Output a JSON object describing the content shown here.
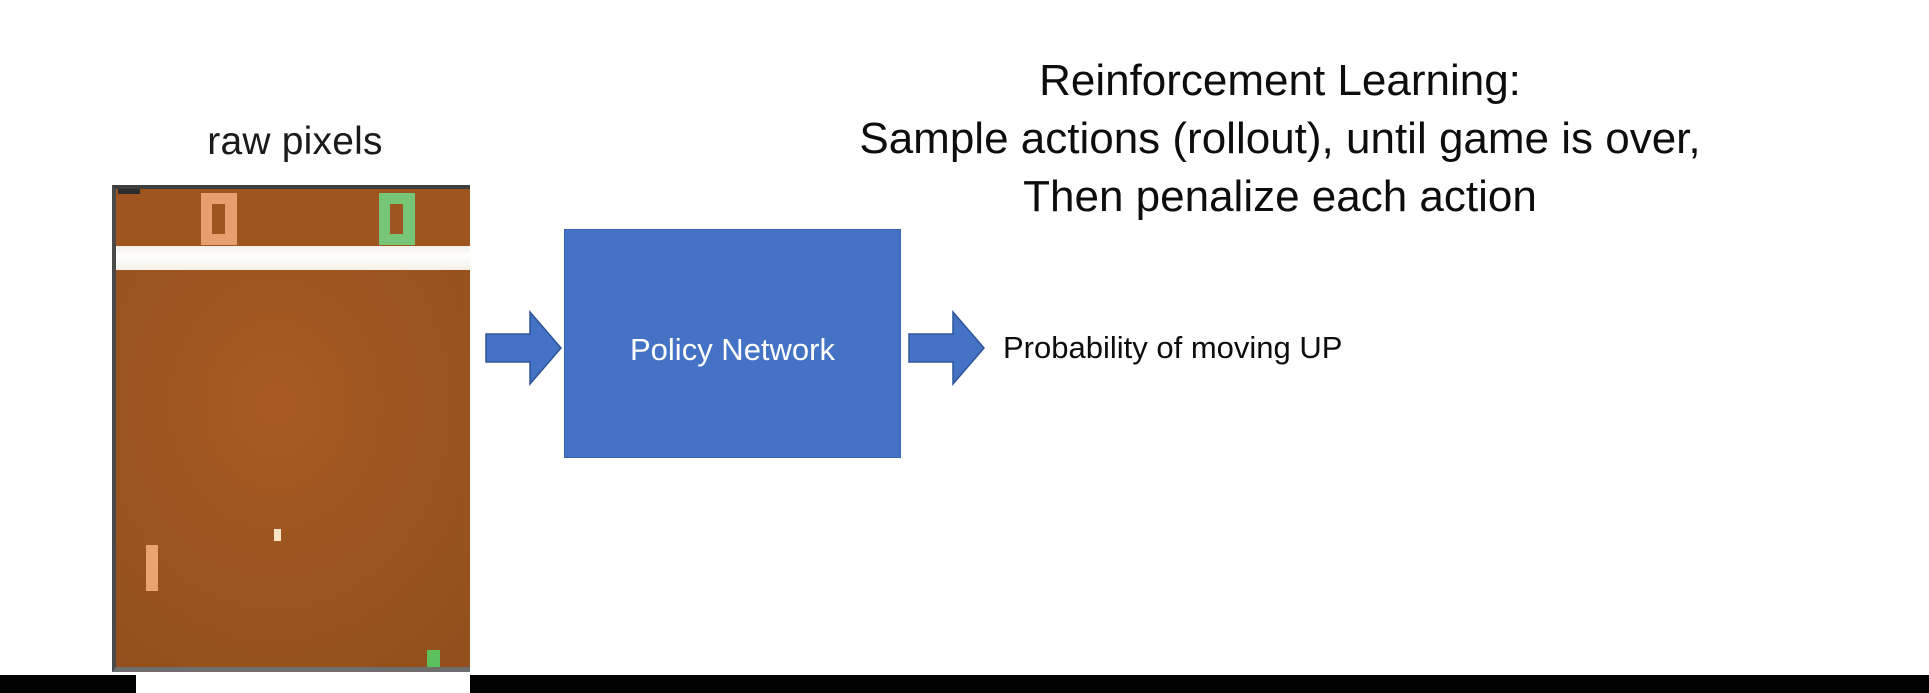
{
  "slide": {
    "background_color": "#ffffff",
    "heading": {
      "lines": [
        "Reinforcement Learning:",
        "Sample actions (rollout), until game is over,",
        "Then penalize each action"
      ],
      "line1": "Reinforcement Learning:",
      "line2": "Sample actions (rollout), until game is over,",
      "line3": "Then penalize each action",
      "text_color": "#0d0d0d"
    }
  },
  "input": {
    "caption": "raw pixels",
    "game": {
      "name": "pong-screen",
      "background_color": "#9e5520",
      "divider_color": "#ffffff",
      "score_left_color": "#e89e6f",
      "score_right_color": "#77c577",
      "score_left_value": "0",
      "score_right_value": "0",
      "paddle_left_color": "#e9a471",
      "paddle_right_color": "#5cc15c",
      "ball_color": "#f7e5c4"
    }
  },
  "flow": {
    "arrow_in_name": "right-arrow-icon",
    "arrow_out_name": "right-arrow-icon",
    "arrow_color": "#4472c4",
    "arrow_border_color": "#2f5597"
  },
  "model": {
    "box_label": "Policy Network",
    "box_color": "#4472c4",
    "label_color": "#ffffff"
  },
  "output": {
    "label": "Probability of moving UP",
    "text_color": "#0d0d0d"
  },
  "footer": {
    "bar_color": "#000000"
  }
}
